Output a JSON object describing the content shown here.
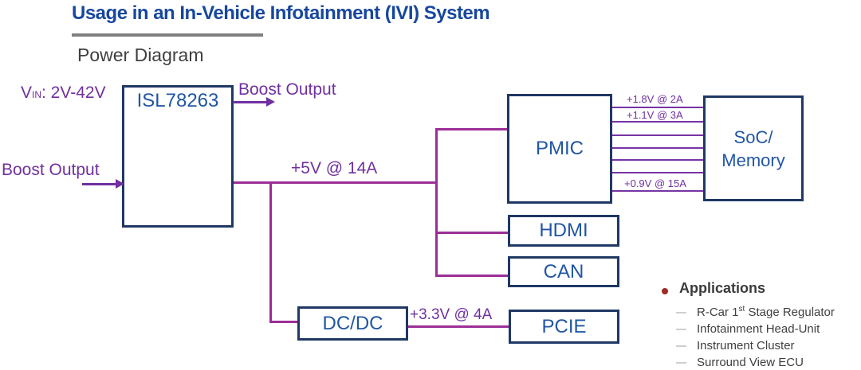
{
  "colors": {
    "title_blue": "#17479e",
    "box_border_navy": "#1f3864",
    "box_text_blue": "#2156a3",
    "purple_text": "#7030a0",
    "wire_magenta": "#9c2e97",
    "rail_purple": "#7634a4",
    "rule_gray": "#808080",
    "body_gray": "#3f3f3f",
    "bullet_dark_red": "#9e2b25"
  },
  "header": {
    "title": "Usage in an In-Vehicle Infotainment (IVI) System",
    "subtitle": "Power Diagram"
  },
  "diagram": {
    "vin_label": {
      "prefix": "V",
      "sub": "IN",
      "suffix": ": 2V-42V"
    },
    "boost_output_top": "Boost Output",
    "boost_output_left": "Boost Output",
    "rail_5v_label": "+5V @ 14A",
    "rail_3v3_label": "+3.3V @ 4A",
    "blocks": {
      "regulator": "ISL78263",
      "pmic": "PMIC",
      "soc_line1": "SoC/",
      "soc_line2": "Memory",
      "hdmi": "HDMI",
      "can": "CAN",
      "dcdc": "DC/DC",
      "pcie": "PCIE"
    },
    "pmic_soc_rails": [
      {
        "label": "+1.8V @ 2A"
      },
      {
        "label": "+1.1V @ 3A"
      },
      {
        "label": ""
      },
      {
        "label": ""
      },
      {
        "label": ""
      },
      {
        "label": ""
      },
      {
        "label": "+0.9V @ 15A"
      }
    ]
  },
  "applications": {
    "title": "Applications",
    "items": [
      {
        "pre": "R-Car 1",
        "sup": "st",
        "post": " Stage Regulator"
      },
      {
        "pre": "Infotainment Head-Unit",
        "sup": "",
        "post": ""
      },
      {
        "pre": "Instrument Cluster",
        "sup": "",
        "post": ""
      },
      {
        "pre": "Surround View ECU",
        "sup": "",
        "post": ""
      }
    ]
  }
}
